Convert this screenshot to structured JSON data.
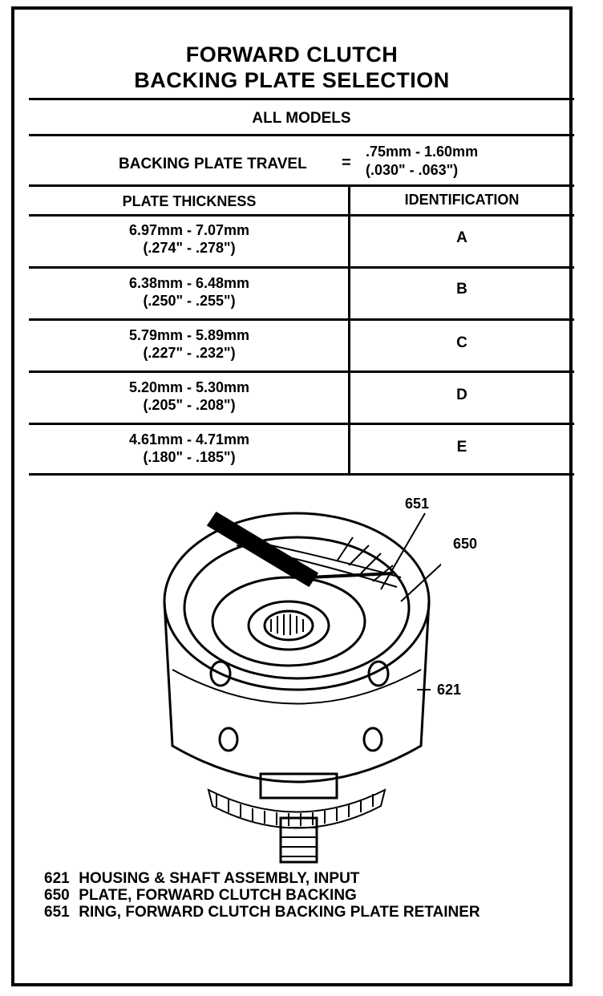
{
  "title": {
    "line1": "FORWARD CLUTCH",
    "line2": "BACKING PLATE SELECTION"
  },
  "applies_to": "ALL MODELS",
  "travel": {
    "label": "BACKING PLATE TRAVEL",
    "equals": "=",
    "metric": ".75mm - 1.60mm",
    "imperial": "(.030\" - .063\")"
  },
  "table": {
    "headers": [
      "PLATE THICKNESS",
      "IDENTIFICATION"
    ],
    "rows": [
      {
        "metric": "6.97mm - 7.07mm",
        "imperial": "(.274\" - .278\")",
        "id": "A"
      },
      {
        "metric": "6.38mm - 6.48mm",
        "imperial": "(.250\" - .255\")",
        "id": "B"
      },
      {
        "metric": "5.79mm - 5.89mm",
        "imperial": "(.227\" - .232\")",
        "id": "C"
      },
      {
        "metric": "5.20mm - 5.30mm",
        "imperial": "(.205\" - .208\")",
        "id": "D"
      },
      {
        "metric": "4.61mm - 4.71mm",
        "imperial": "(.180\" - .185\")",
        "id": "E"
      }
    ]
  },
  "figure": {
    "callouts": [
      "651",
      "650",
      "621"
    ]
  },
  "legend": [
    {
      "num": "621",
      "text": "HOUSING & SHAFT ASSEMBLY, INPUT"
    },
    {
      "num": "650",
      "text": "PLATE, FORWARD CLUTCH BACKING"
    },
    {
      "num": "651",
      "text": "RING, FORWARD CLUTCH BACKING PLATE RETAINER"
    }
  ]
}
